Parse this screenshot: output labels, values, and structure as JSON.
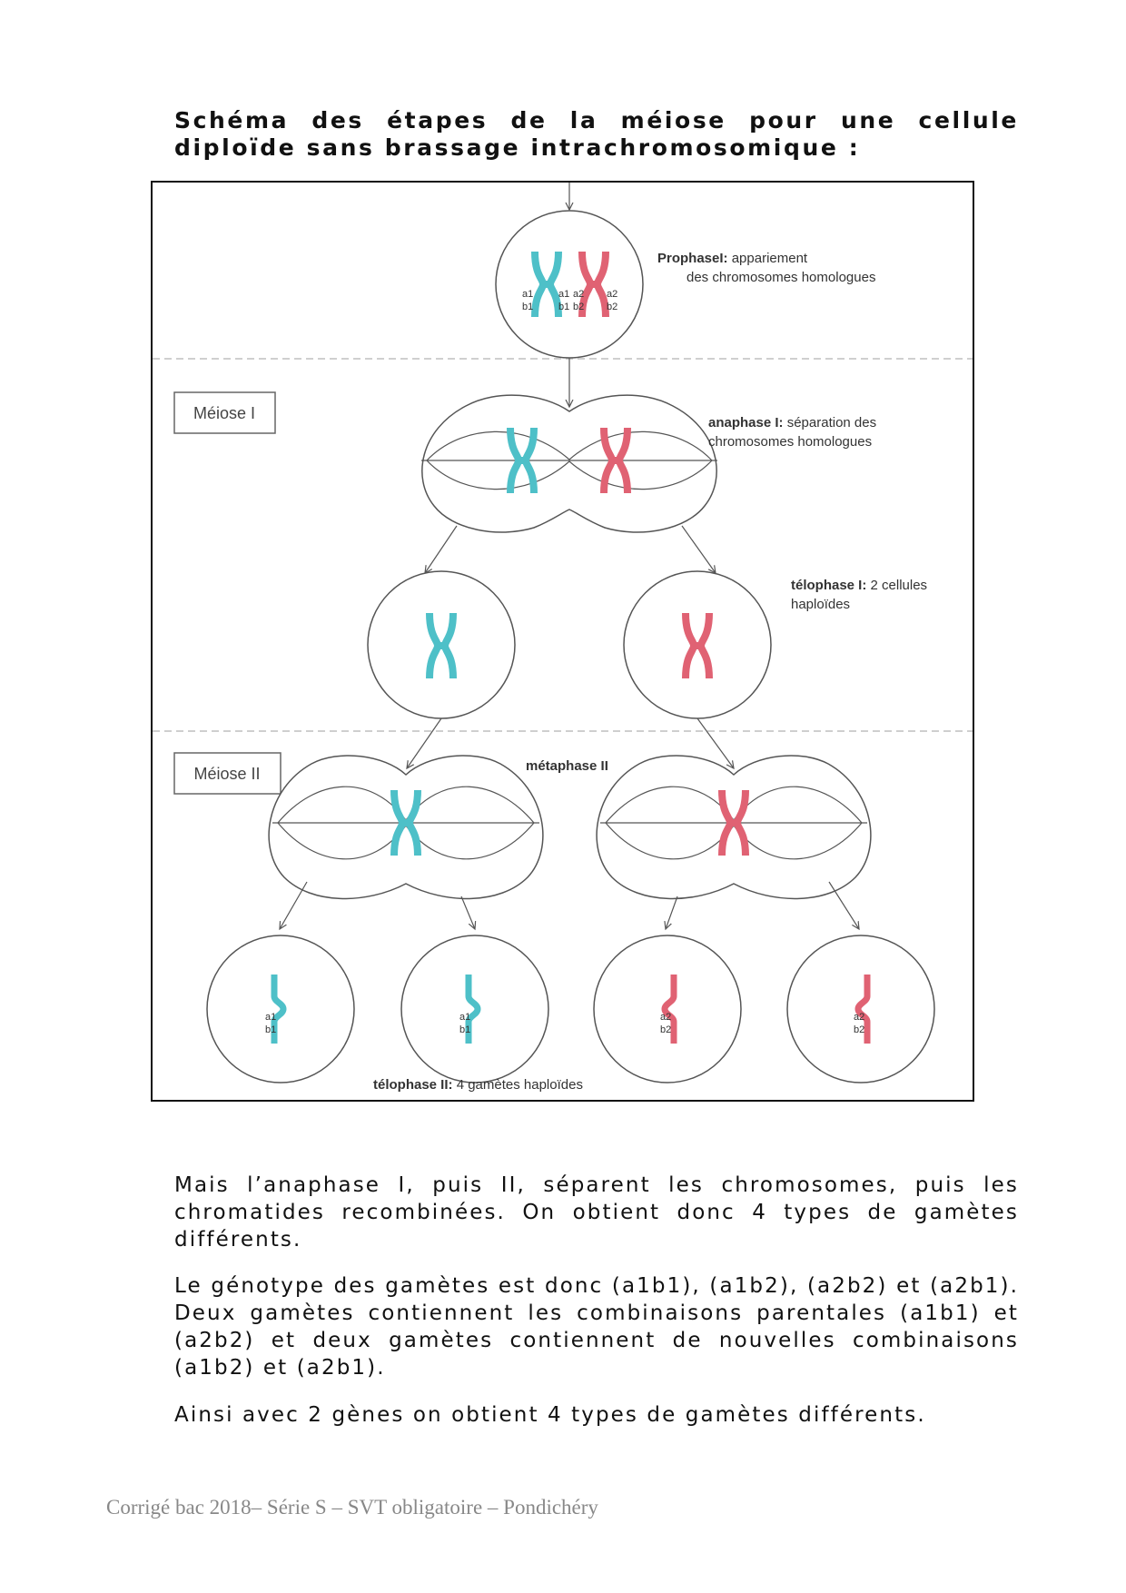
{
  "heading": "Schéma des étapes de la méiose pour une cellule diploïde sans brassage intrachromosomique :",
  "figure": {
    "colors": {
      "blue": "#4ec0c8",
      "red": "#e06273",
      "line": "#555555",
      "dash": "#cfcfcf"
    },
    "boxes": {
      "meiose1": "Méiose I",
      "meiose2": "Méiose II"
    },
    "prophase": {
      "bold": "ProphaseI:",
      "text1": " appariement",
      "text2": "des chromosomes homologues"
    },
    "anaphase": {
      "bold": "anaphase I:",
      "text1": " séparation des",
      "text2": "chromosomes homologues"
    },
    "telophase1": {
      "bold": "télophase I:",
      "text1": " 2 cellules",
      "text2": "haploïdes"
    },
    "metaphase2": "métaphase II",
    "telophase2": {
      "bold": "télophase II:",
      "text1": " 4 gamètes haploïdes"
    },
    "genes": {
      "a1": "a1",
      "b1": "b1",
      "a2": "a2",
      "b2": "b2"
    }
  },
  "paragraphs": {
    "p1": "Mais l’anaphase I, puis II, séparent les chromosomes, puis les chromatides recombinées. On obtient donc 4 types de gamètes différents.",
    "p2": "Le génotype des gamètes est donc (a1b1), (a1b2), (a2b2) et (a2b1). Deux gamètes contiennent les combinaisons parentales (a1b1) et (a2b2) et deux gamètes contiennent de nouvelles combinaisons (a1b2) et (a2b1).",
    "p3": "Ainsi avec 2 gènes on obtient 4 types de gamètes différents."
  },
  "footer": "Corrigé bac 2018– Série S – SVT obligatoire – Pondichéry"
}
